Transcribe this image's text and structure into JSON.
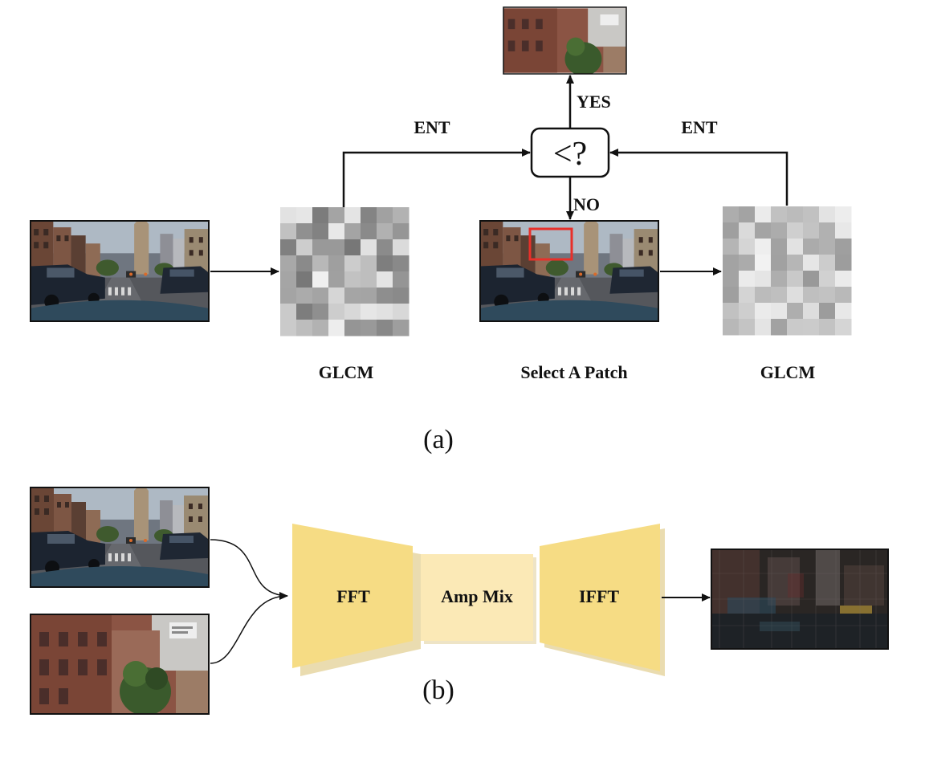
{
  "part_a": {
    "caption": "(a)",
    "glcm_left_label": "GLCM",
    "select_patch_label": "Select A Patch",
    "glcm_right_label": "GLCM",
    "ent_left_label": "ENT",
    "ent_right_label": "ENT",
    "decision_label": "<?",
    "yes_label": "YES",
    "no_label": "NO"
  },
  "part_b": {
    "caption": "(b)",
    "fft_label": "FFT",
    "amp_mix_label": "Amp Mix",
    "ifft_label": "IFFT"
  },
  "colors": {
    "block_dark": "#f6dc84",
    "block_light": "#fbe9b6",
    "patch_box": "#e8302a",
    "line": "#111111"
  },
  "icons": [
    "street-scene-photo",
    "brick-building-patch-photo",
    "glcm-matrix",
    "mixed-output-photo"
  ]
}
